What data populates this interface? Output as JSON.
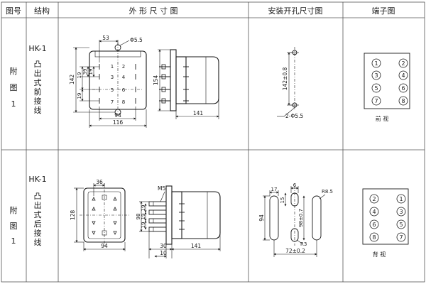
{
  "header": {
    "col_no": "图号",
    "col_structure": "结构",
    "col_outline": "外 形 尺 寸 图",
    "col_mount": "安装开孔尺寸图",
    "col_terminal": "端子图"
  },
  "rows": [
    {
      "no_chars": [
        "附",
        "图",
        "1"
      ],
      "model": "HK-1",
      "desc_chars": [
        "凸",
        "出",
        "式",
        "前",
        "接",
        "线"
      ],
      "outline": {
        "front": {
          "top_dim": "53",
          "hole": "Φ5.5",
          "bottom_inner": "94",
          "bottom_outer": "116",
          "height_outer": "142",
          "left_dims": [
            "19",
            "39",
            "19",
            "19"
          ],
          "terminal_numbers": [
            "1",
            "2",
            "3",
            "4",
            "5",
            "6",
            "7",
            "8"
          ]
        },
        "side": {
          "height": "154",
          "depth": "141"
        }
      },
      "mount": {
        "height": "142±0.8",
        "hole": "2-Φ5.5"
      },
      "terminals": {
        "numbers": [
          "1",
          "2",
          "3",
          "4",
          "5",
          "6",
          "7",
          "8"
        ],
        "view": "前 视"
      }
    },
    {
      "no_chars": [
        "附",
        "图",
        "1"
      ],
      "model": "HK-1",
      "desc_chars": [
        "凸",
        "出",
        "式",
        "后",
        "接",
        "线"
      ],
      "outline": {
        "front": {
          "top_dim": "36",
          "height": "128",
          "width": "94"
        },
        "side": {
          "screw": "M5",
          "left_dims": [
            "98",
            "19",
            "19",
            "19"
          ],
          "bottom_a": "30",
          "bottom_b": "10",
          "depth": "141"
        }
      },
      "mount": {
        "w_top_a": "17",
        "w_top_b": "6",
        "radius_a": "R8.5",
        "slot_height": "15",
        "height": "94",
        "inner": "98±0.7",
        "radius_b": "R3",
        "width": "72±0.2"
      },
      "terminals": {
        "numbers": [
          "2",
          "1",
          "4",
          "3",
          "6",
          "5",
          "8",
          "7"
        ],
        "view": "背 视"
      }
    }
  ]
}
